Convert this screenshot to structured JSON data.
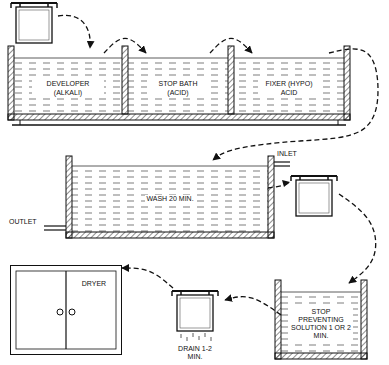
{
  "diagram": {
    "nodes": [
      {
        "text": [
          "DEVELOPER (ALKALI)"
        ]
      },
      {
        "text": [
          "STOP BATH (ACID)"
        ]
      },
      {
        "text": [
          "FIXER (HYPO) ACID"
        ]
      },
      {
        "text": [
          "WASH 20 MIN."
        ]
      },
      {
        "text": [
          "STOP PREVENTING SOLUTION 1 OR 2 MIN."
        ]
      },
      {
        "text": [
          "DRAIN 1-2 MIN."
        ]
      },
      {
        "text": [
          "DRYER"
        ]
      }
    ],
    "edges": [
      {
        "from": 0,
        "to": 1,
        "arrow": "to"
      },
      {
        "from": 1,
        "to": 2,
        "arrow": "to"
      },
      {
        "from": 2,
        "to": 3,
        "arrow": "to"
      },
      {
        "from": 3,
        "to": 4,
        "arrow": "to"
      },
      {
        "from": 4,
        "to": 5,
        "arrow": "to"
      },
      {
        "from": 5,
        "to": 6,
        "arrow": "to"
      }
    ],
    "labels": [
      "INLET",
      "OUTLET"
    ]
  }
}
